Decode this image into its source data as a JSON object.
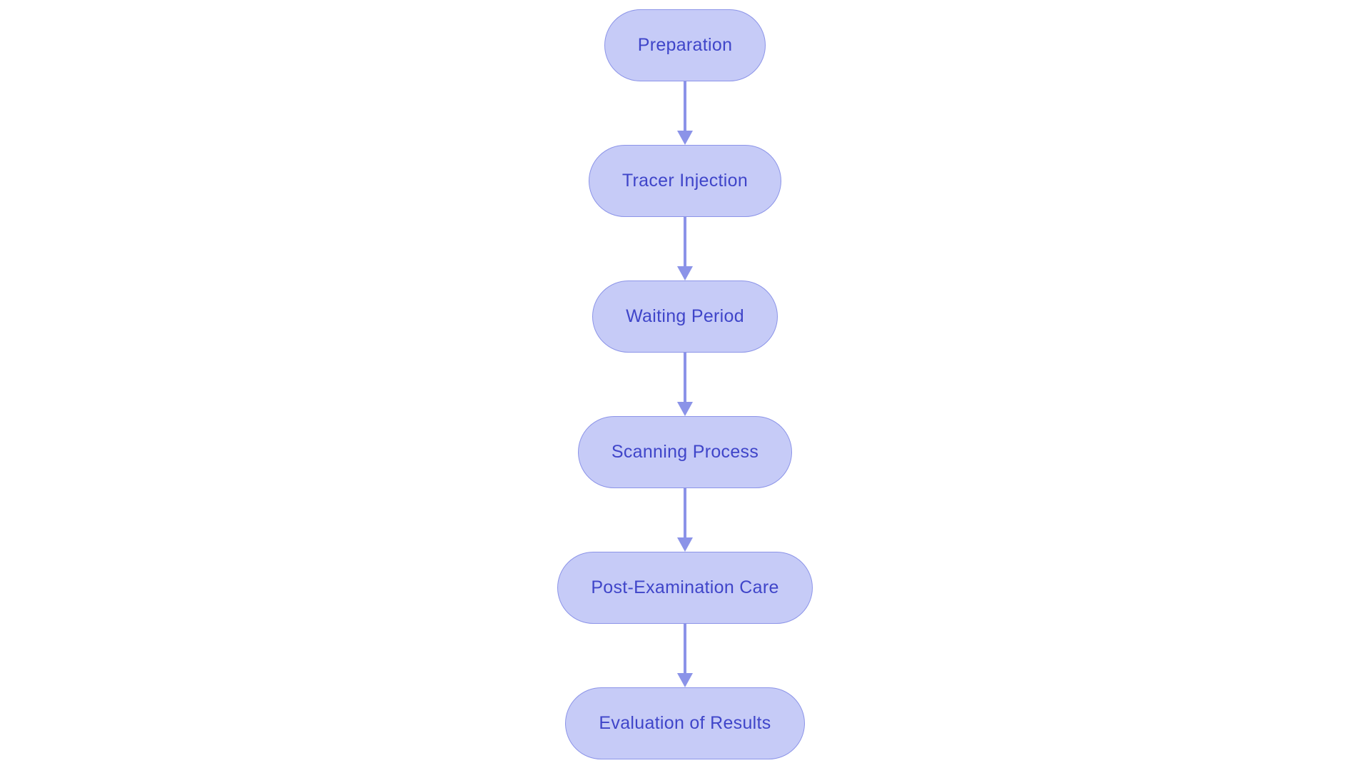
{
  "diagram": {
    "type": "flowchart",
    "direction": "top-down",
    "nodes": [
      {
        "id": "preparation",
        "label": "Preparation"
      },
      {
        "id": "tracer-injection",
        "label": "Tracer Injection"
      },
      {
        "id": "waiting-period",
        "label": "Waiting Period"
      },
      {
        "id": "scanning-process",
        "label": "Scanning Process"
      },
      {
        "id": "post-examination-care",
        "label": "Post-Examination Care"
      },
      {
        "id": "evaluation-of-results",
        "label": "Evaluation of Results"
      }
    ],
    "edges": [
      {
        "from": "preparation",
        "to": "tracer-injection"
      },
      {
        "from": "tracer-injection",
        "to": "waiting-period"
      },
      {
        "from": "waiting-period",
        "to": "scanning-process"
      },
      {
        "from": "scanning-process",
        "to": "post-examination-care"
      },
      {
        "from": "post-examination-care",
        "to": "evaluation-of-results"
      }
    ],
    "colors": {
      "background": "#ffffff",
      "node_fill": "#c6cbf7",
      "node_border": "#8c94e8",
      "node_text": "#3f45c9",
      "arrow": "#8b93e8"
    }
  }
}
